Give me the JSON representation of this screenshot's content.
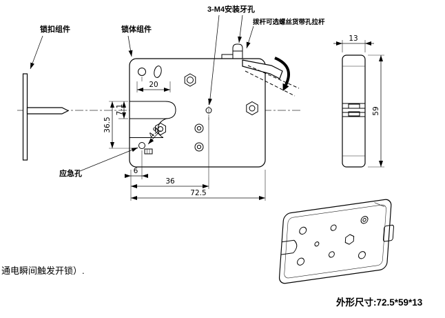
{
  "drawing": {
    "labels": {
      "buckle_assembly": "锁扣组件",
      "body_assembly": "锁体组件",
      "mounting_holes": "3-M4安装牙孔",
      "lever_note": "拨杆可选螺丝货带孔拉杆",
      "emergency_hole": "应急孔"
    },
    "dims": {
      "width_20": "20",
      "height_36_5": "36.5",
      "height_7_1": "7.1",
      "dia_4_9": "4.9",
      "offset_6": "6",
      "width_36": "36",
      "width_72_5": "72.5",
      "thickness_13": "13",
      "height_59": "59"
    },
    "notes": {
      "trigger_note": "通电瞬间触发开锁）.",
      "overall_size": "外形尺寸:72.5*59*13"
    }
  }
}
